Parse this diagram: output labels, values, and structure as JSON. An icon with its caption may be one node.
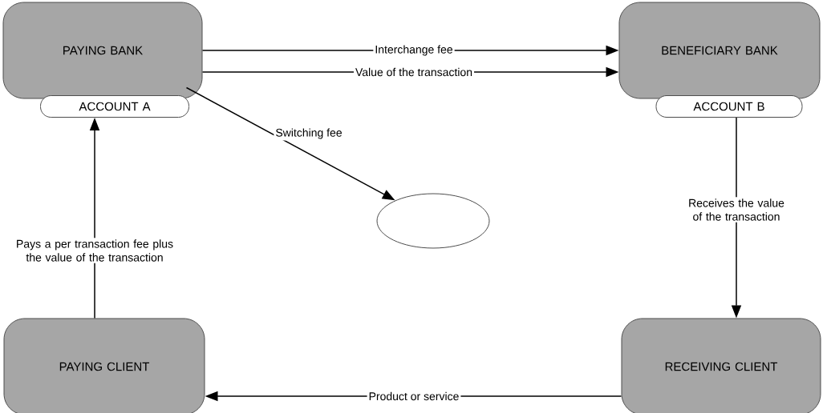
{
  "diagram": {
    "nodes": [
      {
        "text": [
          "PAYING BANK"
        ]
      },
      {
        "text": [
          "ACCOUNT A"
        ]
      },
      {
        "text": [
          "BENEFICIARY BANK"
        ]
      },
      {
        "text": [
          "ACCOUNT B"
        ]
      },
      {
        "text": [],
        "shape": "ellipse"
      },
      {
        "text": [
          "PAYING CLIENT"
        ]
      },
      {
        "text": [
          "RECEIVING CLIENT"
        ]
      }
    ],
    "edges": [
      {
        "from": 0,
        "to": 2,
        "arrow": "to",
        "label": "Interchange fee"
      },
      {
        "from": 0,
        "to": 2,
        "arrow": "to",
        "label": "Value of the transaction"
      },
      {
        "from": 0,
        "to": 4,
        "arrow": "to",
        "label": "Switching fee"
      },
      {
        "from": 3,
        "to": 6,
        "arrow": "to",
        "label": "Receives the value of the transaction"
      },
      {
        "from": 6,
        "to": 5,
        "arrow": "to",
        "label": "Product or service"
      },
      {
        "from": 5,
        "to": 1,
        "arrow": "to",
        "label": "Pays a per transaction fee plus the value of the transaction"
      }
    ]
  }
}
